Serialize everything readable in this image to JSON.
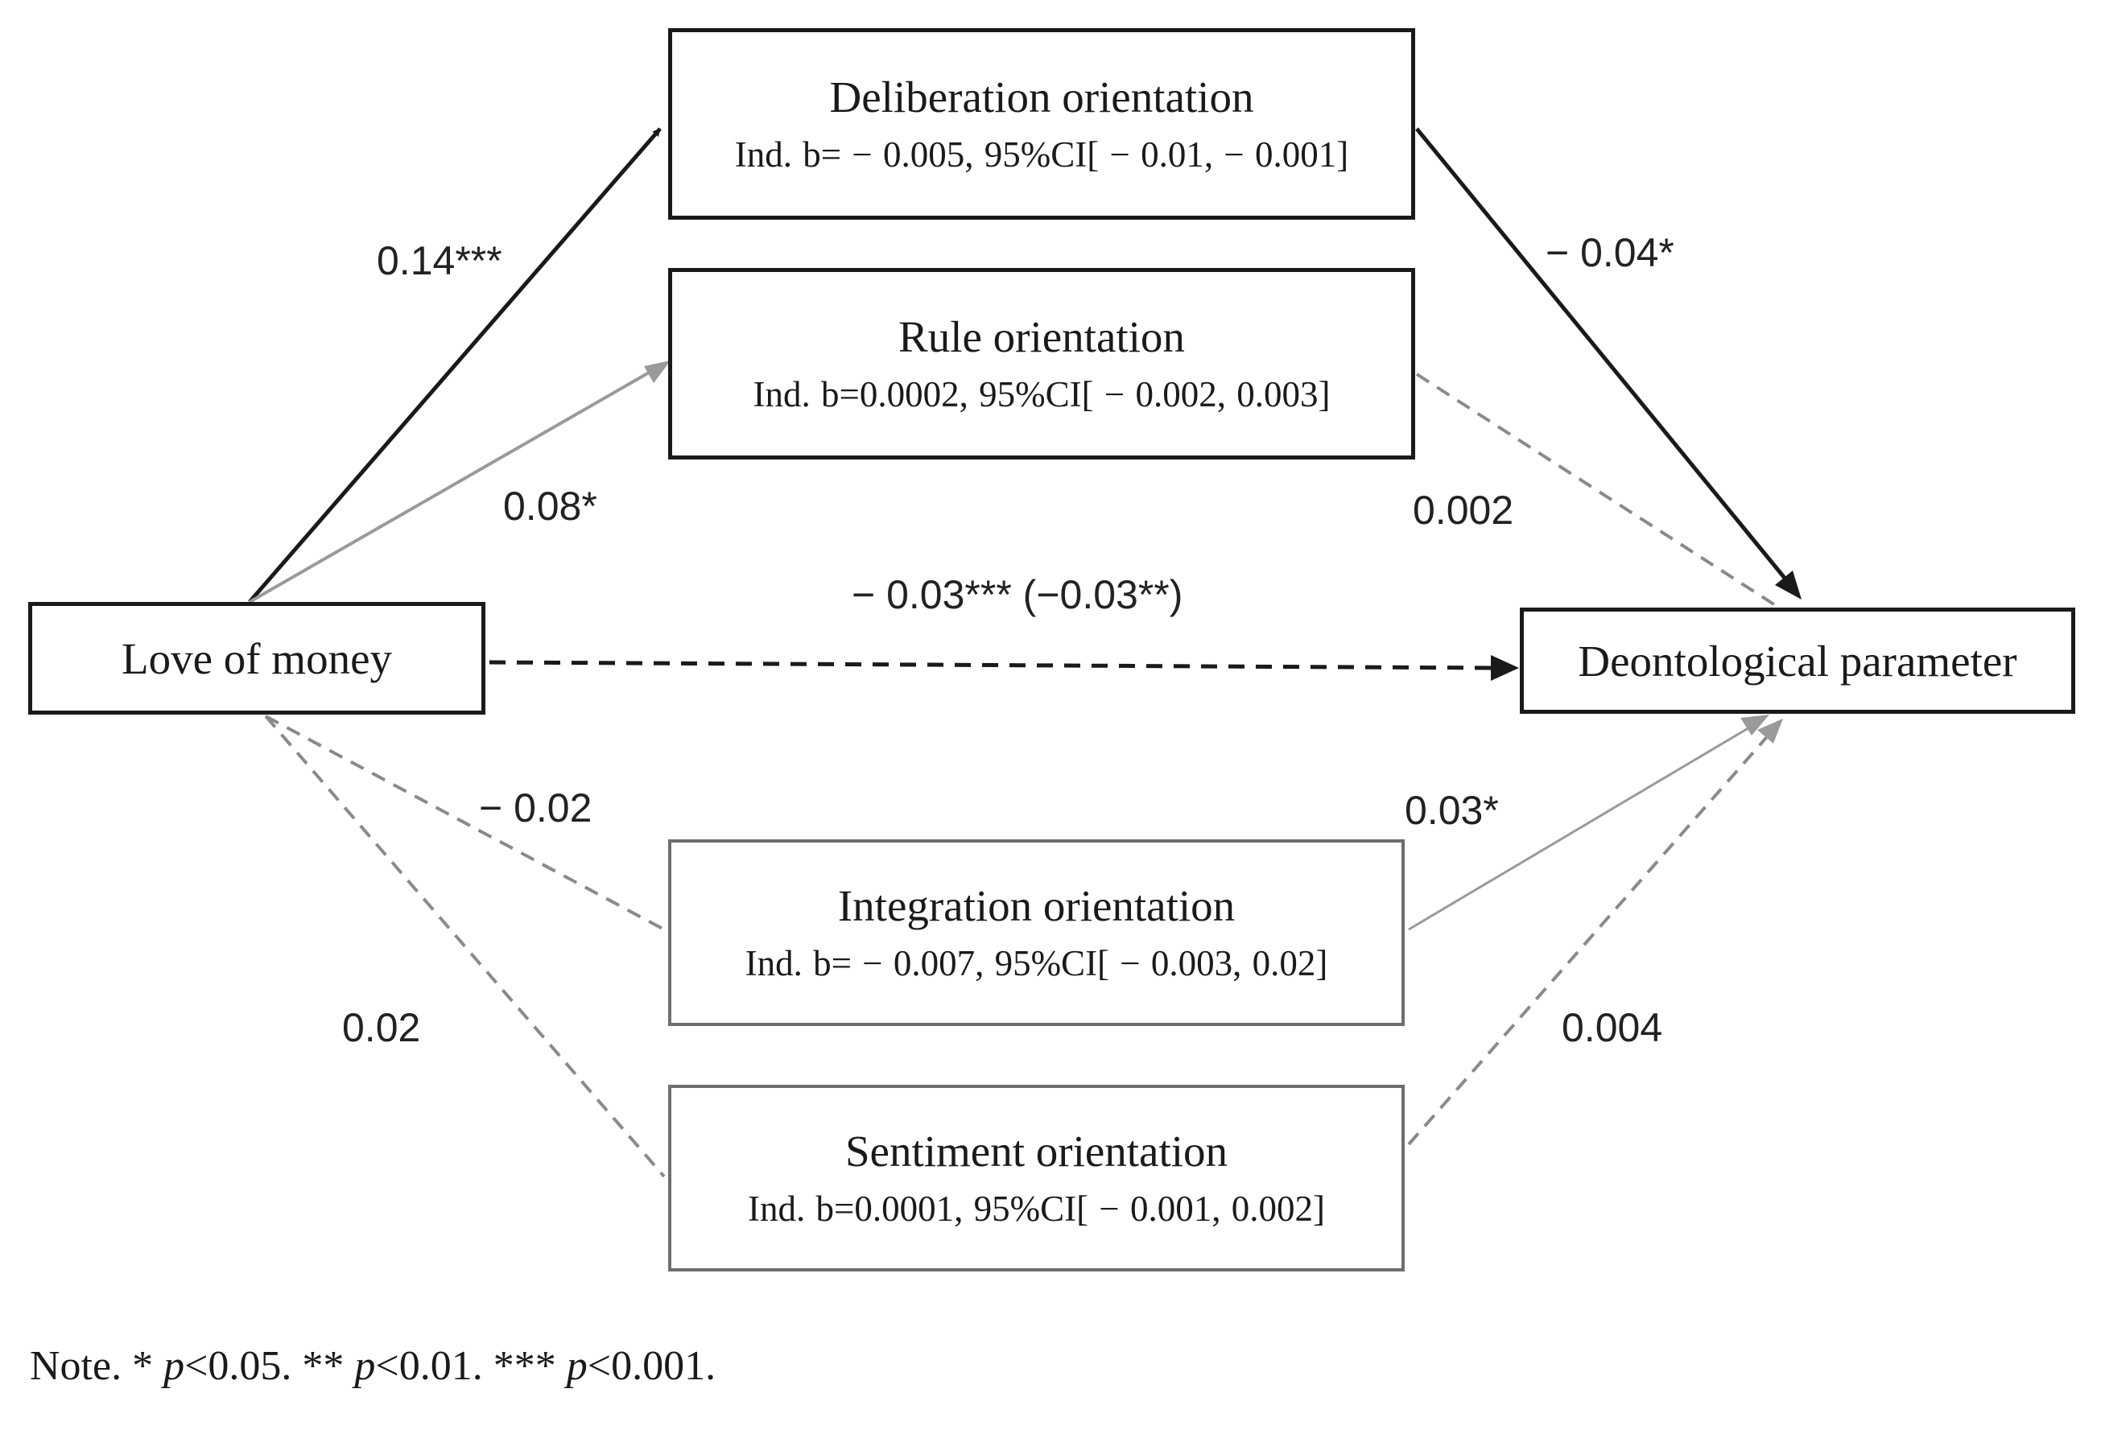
{
  "nodes": {
    "predictor": {
      "label": "Love of money"
    },
    "outcome": {
      "label": "Deontological parameter"
    },
    "mediators": [
      {
        "title": "Deliberation orientation",
        "indirect": "Ind. b= − 0.005, 95%CI[ − 0.01,   − 0.001]"
      },
      {
        "title": "Rule orientation",
        "indirect": "Ind. b=0.0002, 95%CI[ − 0.002, 0.003]"
      },
      {
        "title": "Integration orientation",
        "indirect": "Ind. b= − 0.007, 95%CI[ − 0.003, 0.02]"
      },
      {
        "title": "Sentiment orientation",
        "indirect": "Ind. b=0.0001, 95%CI[ − 0.001, 0.002]"
      }
    ]
  },
  "paths": {
    "a_deliberation": "0.14***",
    "a_rule": "0.08*",
    "a_integration": "− 0.02",
    "a_sentiment": "0.02",
    "b_deliberation": "− 0.04*",
    "b_rule": "0.002",
    "b_integration": "0.03*",
    "b_sentiment": "0.004",
    "direct": "− 0.03*** (−0.03**)"
  },
  "note": {
    "prefix": "Note. * ",
    "p1_symbol": "p",
    "p1_rest": "<0.05. ** ",
    "p2_symbol": "p",
    "p2_rest": "<0.01. *** ",
    "p3_symbol": "p",
    "p3_rest": "<0.001."
  },
  "colors": {
    "significant_path": "#1a1a1a",
    "weak_path": "#9a9a9a",
    "ns_path": "#8a8a8a"
  }
}
